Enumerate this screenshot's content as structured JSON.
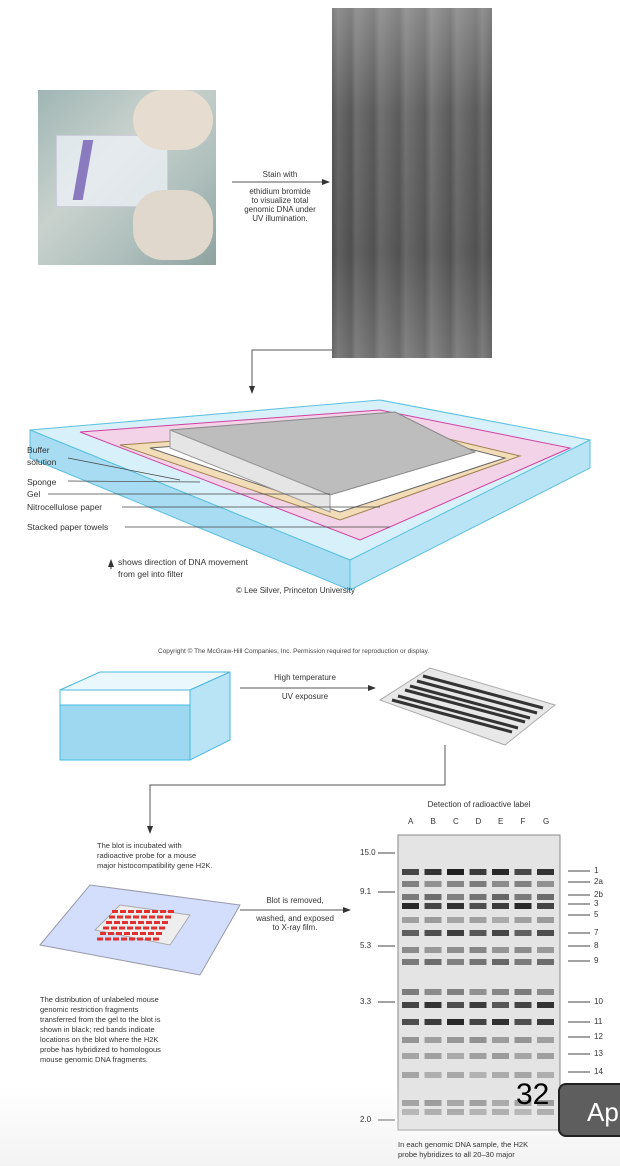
{
  "top_section": {
    "stain_arrow_top": "Stain with",
    "stain_arrow_bottom": [
      "ethidium bromide",
      "to visualize total",
      "genomic DNA under",
      "UV illumination."
    ]
  },
  "blot_apparatus": {
    "labels": [
      "Buffer",
      "solution",
      "Sponge",
      "Gel",
      "Nitrocellulose paper",
      "Stacked paper towels"
    ],
    "legend": [
      "shows direction of DNA movement",
      "from gel into filter"
    ],
    "credit": "© Lee Silver, Princeton University"
  },
  "copyright": "Copyright © The McGraw-Hill Companies, Inc. Permission required for reproduction or display.",
  "fixing": {
    "arrow_top": "High temperature",
    "arrow_bottom": "UV exposure"
  },
  "incubation": {
    "text": [
      "The blot is incubated with",
      "radioactive probe for a mouse",
      "major histocompatibility gene H2K."
    ],
    "arrow_top": "Blot is removed,",
    "arrow_bottom": [
      "washed, and exposed",
      "to X-ray film."
    ],
    "distribution_text": [
      "The distribution of unlabeled mouse",
      "genomic restriction fragments",
      "transferred from the gel to the blot is",
      "shown in black; red bands indicate",
      "locations on the blot where the H2K",
      "probe has hybridized to homologous",
      "mouse genomic DNA fragments."
    ]
  },
  "autorad": {
    "title": "Detection of radioactive label",
    "lanes": [
      "A",
      "B",
      "C",
      "D",
      "E",
      "F",
      "G"
    ],
    "size_markers": [
      "15.0",
      "9.1",
      "5.3",
      "3.3",
      "2.0"
    ],
    "band_labels": [
      "1",
      "2a",
      "2b",
      "3",
      "5",
      "7",
      "8",
      "9",
      "10",
      "11",
      "12",
      "13",
      "14"
    ],
    "caption": [
      "In each genomic DNA sample, the H2K",
      "probe hybridizes to all 20–30 major"
    ]
  },
  "overlay": {
    "page_number": "32",
    "button_label": "Ap"
  }
}
